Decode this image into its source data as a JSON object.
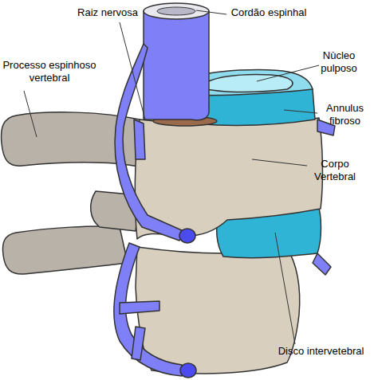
{
  "diagram": {
    "labels": [
      "Raiz nervosa",
      "Cordão espinhal",
      "Processo espinhoso vertebral",
      "Nùcleo pulposo",
      "Annulus fibroso",
      "Corpo Vertebral",
      "Disco intervetebral"
    ]
  }
}
